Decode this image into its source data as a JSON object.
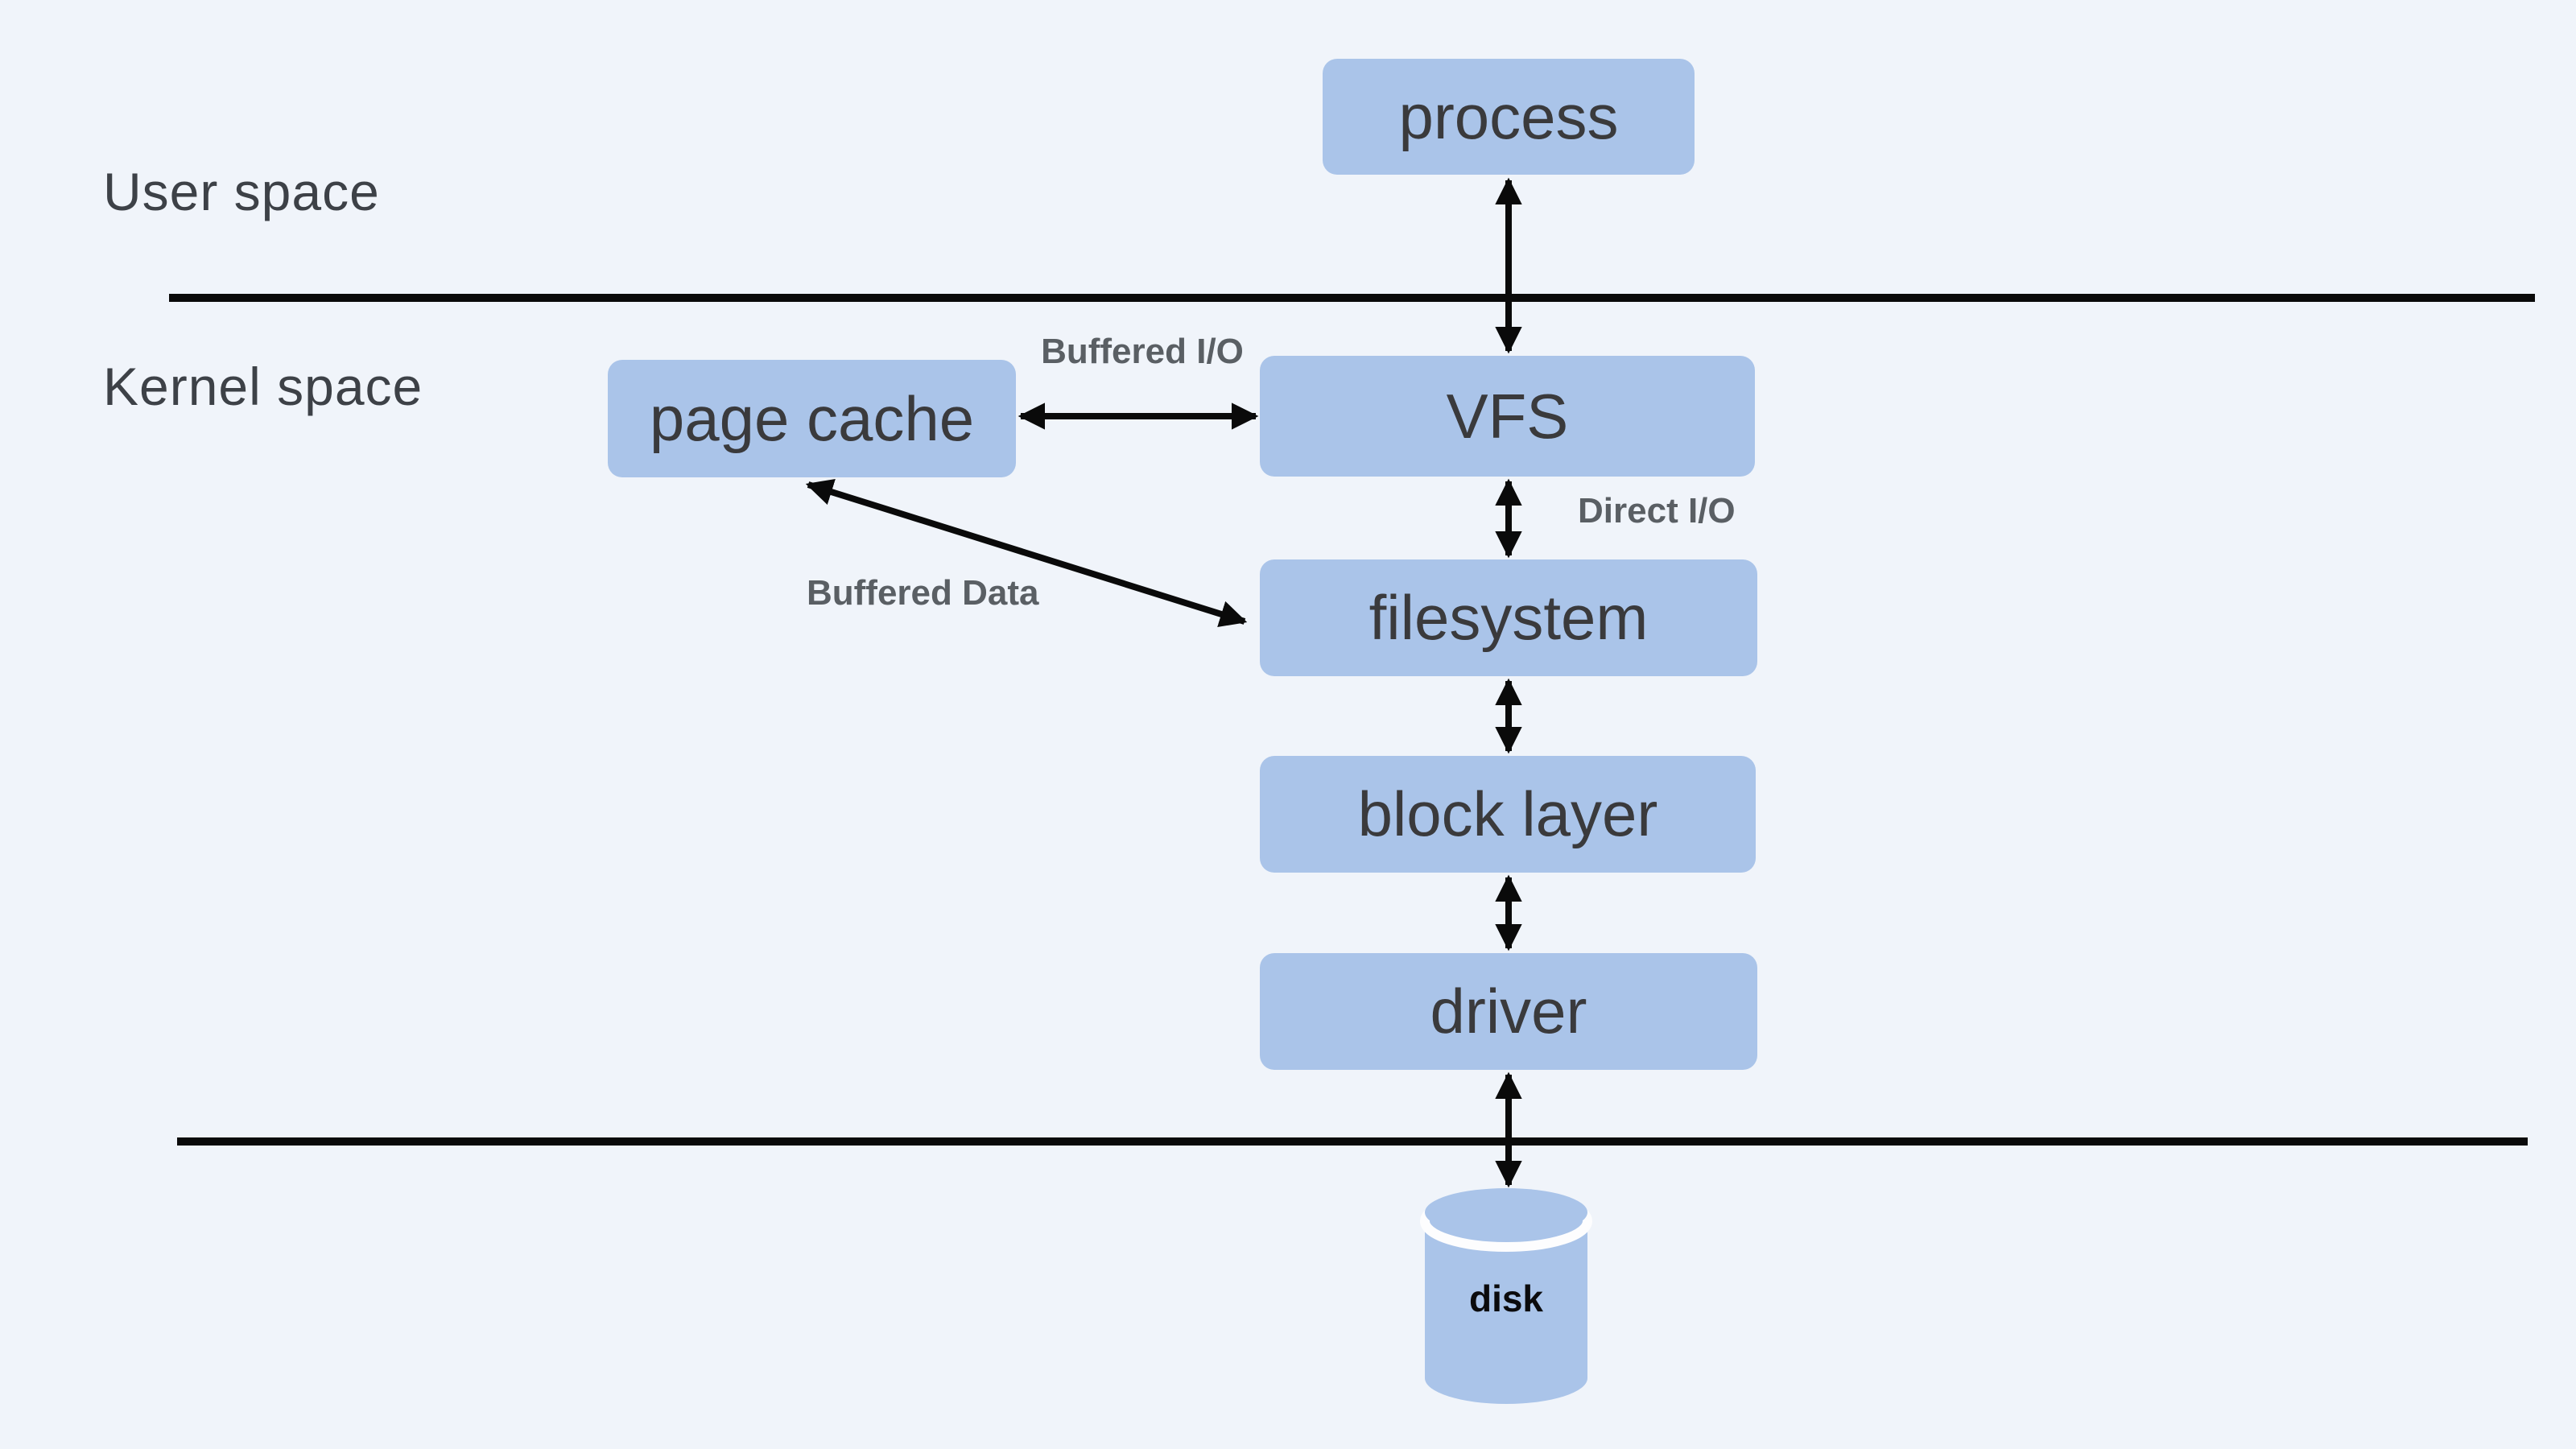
{
  "diagram": {
    "regions": {
      "user_space": {
        "label": "User space"
      },
      "kernel_space": {
        "label": "Kernel space"
      }
    },
    "nodes": {
      "process": {
        "label": "process",
        "shape": "rounded-rect"
      },
      "page_cache": {
        "label": "page cache",
        "shape": "rounded-rect"
      },
      "vfs": {
        "label": "VFS",
        "shape": "rounded-rect"
      },
      "filesystem": {
        "label": "filesystem",
        "shape": "rounded-rect"
      },
      "block_layer": {
        "label": "block layer",
        "shape": "rounded-rect"
      },
      "driver": {
        "label": "driver",
        "shape": "rounded-rect"
      },
      "disk": {
        "label": "disk",
        "shape": "cylinder"
      }
    },
    "edges": [
      {
        "from": "process",
        "to": "vfs",
        "direction": "bidirectional",
        "label": ""
      },
      {
        "from": "page_cache",
        "to": "vfs",
        "direction": "bidirectional",
        "label": "Buffered I/O"
      },
      {
        "from": "vfs",
        "to": "filesystem",
        "direction": "bidirectional",
        "label": "Direct I/O"
      },
      {
        "from": "page_cache",
        "to": "filesystem",
        "direction": "bidirectional",
        "label": "Buffered Data"
      },
      {
        "from": "filesystem",
        "to": "block_layer",
        "direction": "bidirectional",
        "label": ""
      },
      {
        "from": "block_layer",
        "to": "driver",
        "direction": "bidirectional",
        "label": ""
      },
      {
        "from": "driver",
        "to": "disk",
        "direction": "bidirectional",
        "label": ""
      }
    ],
    "boundaries": [
      {
        "name": "user-kernel-boundary"
      },
      {
        "name": "kernel-hardware-boundary"
      }
    ],
    "colors": {
      "background": "#f0f4fa",
      "node_fill": "#aac4e9",
      "node_text": "#3a3a3c",
      "region_text": "#3d4147",
      "edge_label_text": "#5a5f64",
      "line": "#0a0a0a",
      "cylinder_separator": "#fdfdfe"
    }
  }
}
